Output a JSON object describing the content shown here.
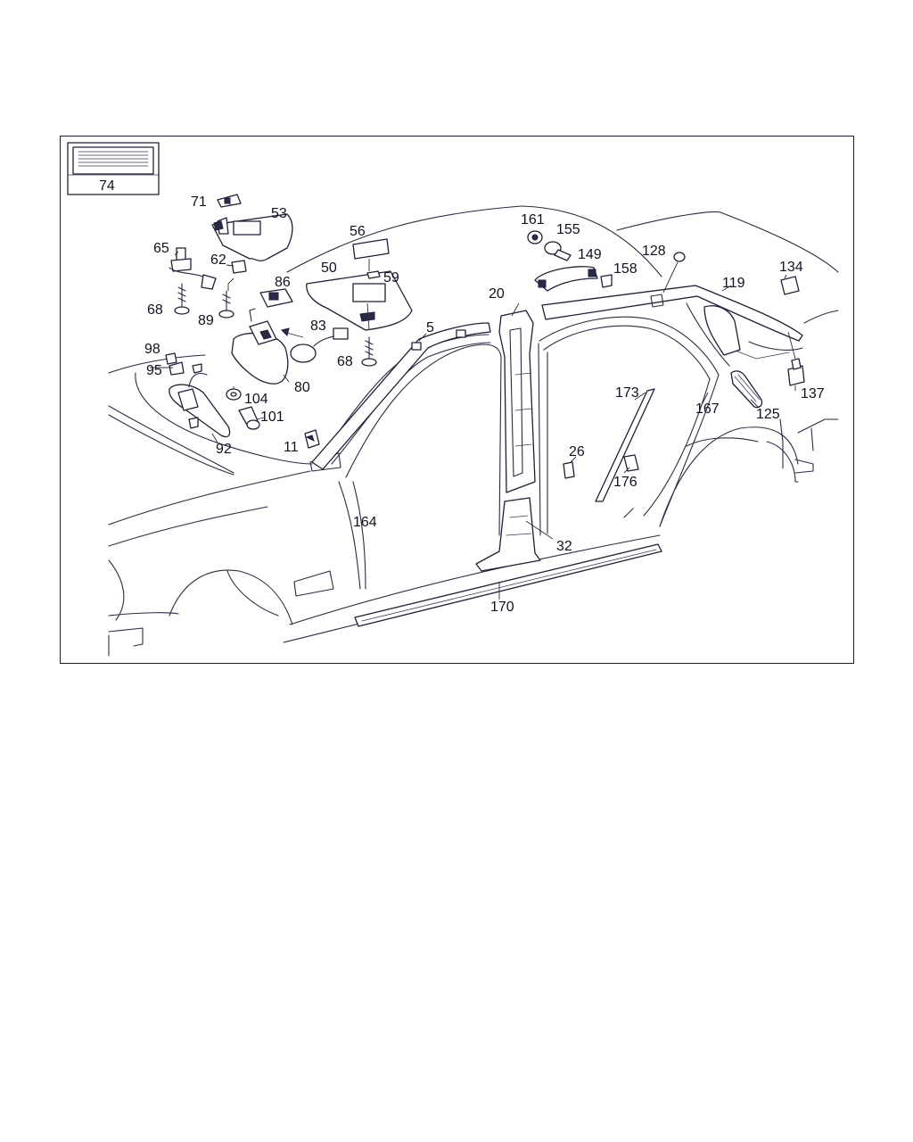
{
  "callouts": [
    {
      "id": "c74",
      "text": "74"
    },
    {
      "id": "c71",
      "text": "71"
    },
    {
      "id": "c53",
      "text": "53"
    },
    {
      "id": "c65",
      "text": "65"
    },
    {
      "id": "c62",
      "text": "62"
    },
    {
      "id": "c68a",
      "text": "68"
    },
    {
      "id": "c89",
      "text": "89"
    },
    {
      "id": "c86",
      "text": "86"
    },
    {
      "id": "c56",
      "text": "56"
    },
    {
      "id": "c50",
      "text": "50"
    },
    {
      "id": "c59",
      "text": "59"
    },
    {
      "id": "c83",
      "text": "83"
    },
    {
      "id": "c68b",
      "text": "68"
    },
    {
      "id": "c80",
      "text": "80"
    },
    {
      "id": "c98",
      "text": "98"
    },
    {
      "id": "c95",
      "text": "95"
    },
    {
      "id": "c104",
      "text": "104"
    },
    {
      "id": "c101",
      "text": "101"
    },
    {
      "id": "c92",
      "text": "92"
    },
    {
      "id": "c11",
      "text": "11"
    },
    {
      "id": "c5",
      "text": "5"
    },
    {
      "id": "c20",
      "text": "20"
    },
    {
      "id": "c161",
      "text": "161"
    },
    {
      "id": "c155",
      "text": "155"
    },
    {
      "id": "c149",
      "text": "149"
    },
    {
      "id": "c158",
      "text": "158"
    },
    {
      "id": "c128",
      "text": "128"
    },
    {
      "id": "c134",
      "text": "134"
    },
    {
      "id": "c119",
      "text": "119"
    },
    {
      "id": "c137",
      "text": "137"
    },
    {
      "id": "c125",
      "text": "125"
    },
    {
      "id": "c173",
      "text": "173"
    },
    {
      "id": "c167",
      "text": "167"
    },
    {
      "id": "c26",
      "text": "26"
    },
    {
      "id": "c176",
      "text": "176"
    },
    {
      "id": "c164",
      "text": "164"
    },
    {
      "id": "c32",
      "text": "32"
    },
    {
      "id": "c170",
      "text": "170"
    }
  ]
}
